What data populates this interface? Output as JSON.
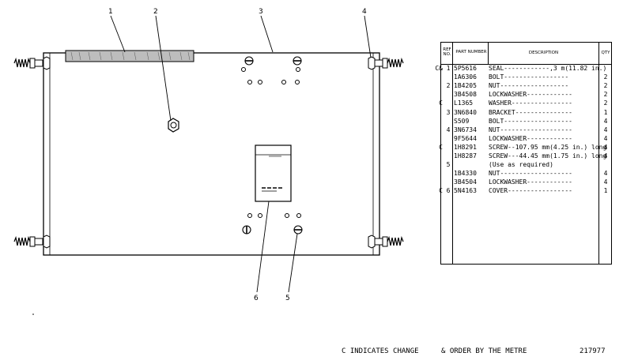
{
  "callouts": [
    "1",
    "2",
    "3",
    "4",
    "5",
    "6"
  ],
  "table": {
    "headers": {
      "item": "REF NO.",
      "part": "PART NUMBER",
      "desc": "DESCRIPTION",
      "qty": "QTY"
    },
    "rows": [
      {
        "mark": "C&",
        "item": "1",
        "part": "5P5616",
        "desc": "SEAL------------,3 m(11.82 in.)",
        "qty": ""
      },
      {
        "mark": "",
        "item": "",
        "part": "1A6306",
        "desc": "BOLT-----------------",
        "qty": "2"
      },
      {
        "mark": "",
        "item": "2",
        "part": "1B4205",
        "desc": "NUT------------------",
        "qty": "2"
      },
      {
        "mark": "",
        "item": "",
        "part": "3B4508",
        "desc": "LOCKWASHER------------",
        "qty": "2"
      },
      {
        "mark": "C",
        "item": "",
        "part": "L1365",
        "desc": "WASHER----------------",
        "qty": "2"
      },
      {
        "mark": "",
        "item": "3",
        "part": "3N6840",
        "desc": "BRACKET---------------",
        "qty": "1"
      },
      {
        "mark": "",
        "item": "",
        "part": "S509",
        "desc": "BOLT------------------",
        "qty": "4"
      },
      {
        "mark": "",
        "item": "4",
        "part": "3N6734",
        "desc": "NUT-------------------",
        "qty": "4"
      },
      {
        "mark": "",
        "item": "",
        "part": "9F5644",
        "desc": "LOCKWASHER------------",
        "qty": "4"
      },
      {
        "mark": "C",
        "item": "",
        "part": "1H8291",
        "desc": "SCREW--107.95 mm(4.25 in.) long",
        "qty": "4"
      },
      {
        "mark": "",
        "item": "",
        "part": "1H8287",
        "desc": "SCREW---44.45 mm(1.75 in.) long",
        "qty": "4"
      },
      {
        "mark": "",
        "item": "5",
        "part": "",
        "desc": "(Use as required)",
        "qty": ""
      },
      {
        "mark": "",
        "item": "",
        "part": "1B4330",
        "desc": "NUT-------------------",
        "qty": "4"
      },
      {
        "mark": "",
        "item": "",
        "part": "3B4504",
        "desc": "LOCKWASHER------------",
        "qty": "4"
      },
      {
        "mark": "C",
        "item": "6",
        "part": "5N4163",
        "desc": "COVER-----------------",
        "qty": "1"
      }
    ]
  },
  "footer": {
    "change_note": "C INDICATES CHANGE",
    "metre_note": "& ORDER BY THE METRE",
    "illustration_no": "217977"
  }
}
